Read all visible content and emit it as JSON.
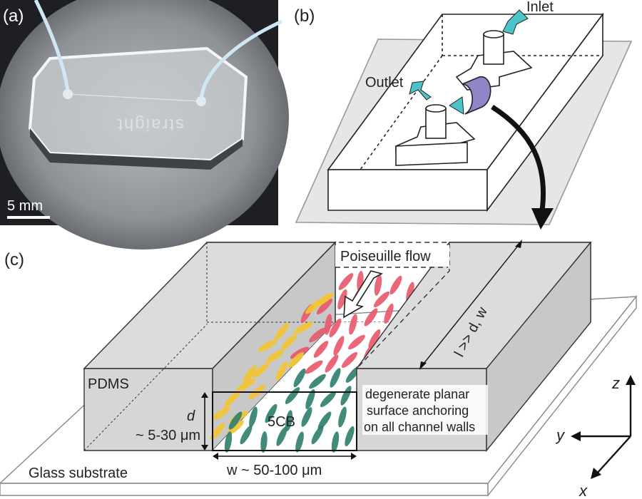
{
  "panels": {
    "a": {
      "label": "(a)",
      "scale_bar": "5 mm",
      "device_text": "straight"
    },
    "b": {
      "label": "(b)",
      "inlet": "Inlet",
      "outlet": "Outlet"
    },
    "c": {
      "label": "(c)",
      "flow": "Poiseuille flow",
      "length_relation": "l >> d, w",
      "material": "PDMS",
      "liquid_crystal": "5CB",
      "depth_symbol": "d",
      "depth_value": "~ 5-30 μm",
      "width_label": "w ~ 50-100 μm",
      "anchoring": [
        "degenerate planar",
        "surface anchoring",
        "on all channel walls"
      ],
      "substrate": "Glass substrate",
      "axes": {
        "z": "z",
        "y": "y",
        "x": "x"
      }
    }
  },
  "colors": {
    "director_red": "#e8566b",
    "director_yellow": "#f3c431",
    "director_green": "#2e7d6b",
    "director_blue": "#6f7fb8",
    "arrow_cyan": "#4cc3c9",
    "tube_purple": "#8e86c9"
  }
}
